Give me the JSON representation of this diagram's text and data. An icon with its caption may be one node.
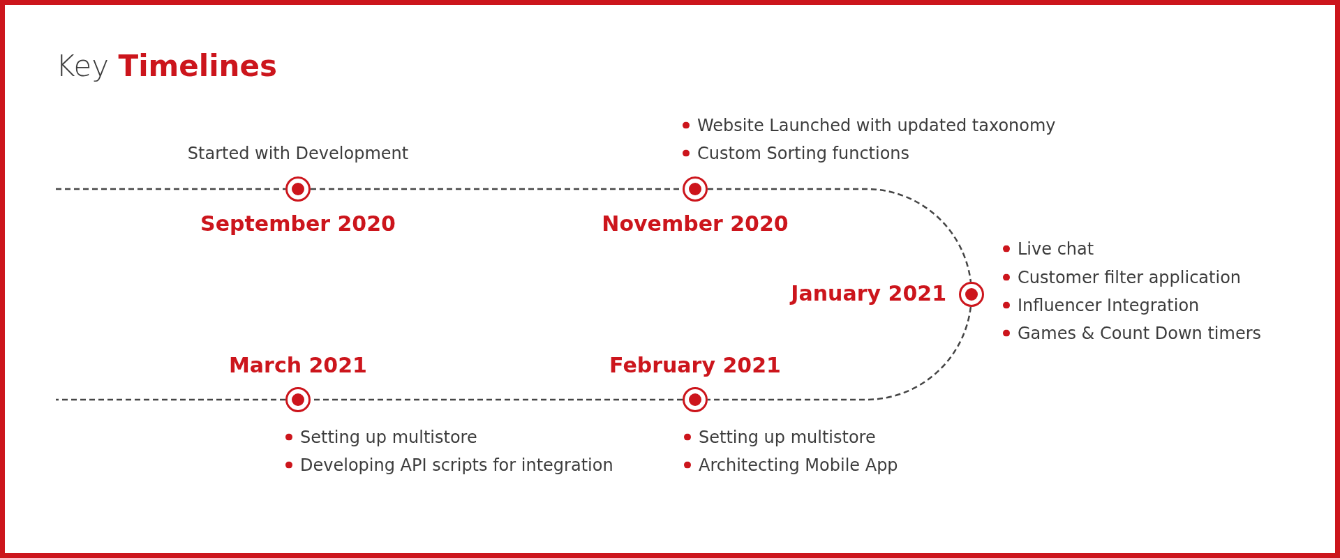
{
  "diagram": {
    "title": "Key **Timelines**",
    "nodes": [
      {
        "text": [],
        "shape": "circle",
        "beside": [
          "Started with Development",
          "September 2020"
        ]
      },
      {
        "text": [],
        "shape": "circle",
        "beside": [
          "Website Launched with updated taxonomy",
          "Custom Sorting functions",
          "November 2020"
        ]
      },
      {
        "text": [],
        "shape": "circle",
        "beside": [
          "January 2021",
          "Live chat",
          "Customer filter application",
          "Influencer Integration",
          "Games & Count Down timers"
        ]
      },
      {
        "text": [],
        "shape": "circle",
        "beside": [
          "February 2021",
          "Setting up multistore",
          "Architecting Mobile App"
        ]
      },
      {
        "text": [],
        "shape": "circle",
        "beside": [
          "March 2021",
          "Setting up multistore",
          "Developing API scripts for integration"
        ]
      }
    ],
    "edges": [
      {
        "from": null,
        "to": 0,
        "arrow": "none",
        "style": "dashed"
      },
      {
        "from": 0,
        "to": 1,
        "arrow": "none",
        "style": "dashed"
      },
      {
        "from": 1,
        "to": 2,
        "arrow": "none",
        "style": "dashed"
      },
      {
        "from": 2,
        "to": 3,
        "arrow": "none",
        "style": "dashed"
      },
      {
        "from": 3,
        "to": 4,
        "arrow": "none",
        "style": "dashed"
      },
      {
        "from": 4,
        "to": null,
        "arrow": "none",
        "style": "dashed"
      }
    ]
  }
}
